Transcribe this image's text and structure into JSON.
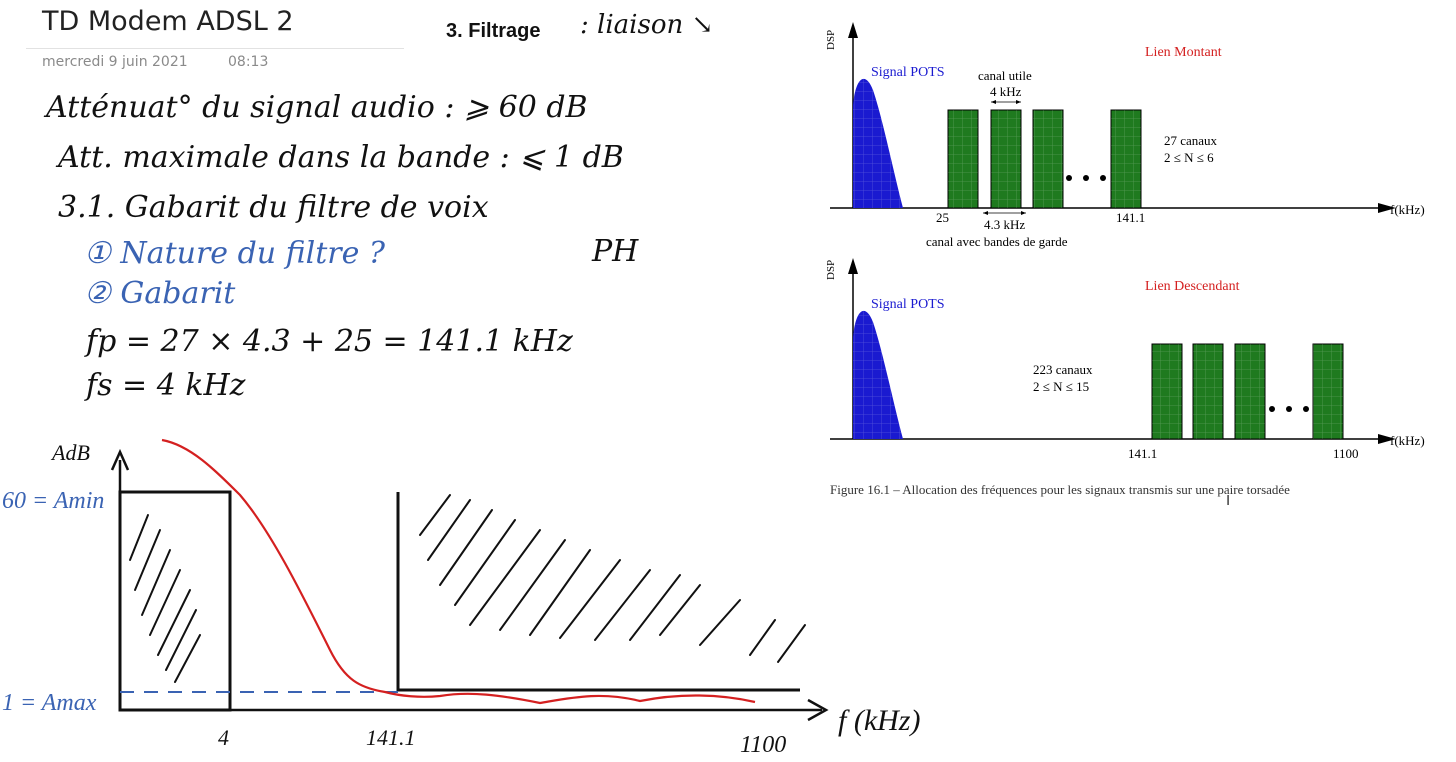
{
  "page": {
    "title": "TD Modem ADSL 2",
    "date": "mercredi 9 juin 2021",
    "time": "08:13",
    "section": "3.  Filtrage"
  },
  "handwriting": {
    "note_top": ": liaison ↘",
    "line1": "Atténuat° du signal audio :  ⩾ 60 dB",
    "line2": "Att. maximale dans la bande :  ⩽ 1 dB",
    "line3": "3.1.    Gabarit du filtre de voix",
    "q1": "① Nature du filtre ?",
    "answer1": "PH",
    "q2": "② Gabarit",
    "fp_line": "fp = 27 × 4.3 + 25 = 141.1 kHz",
    "fs_line": "fs = 4 kHz"
  },
  "sketch": {
    "y_axis_label": "AdB",
    "label_amin": "60 = Amin",
    "label_amax": "1 = Amax",
    "x_axis_label": "f (kHz)",
    "tick_4": "4",
    "tick_141": "141.1",
    "tick_1100": "1100"
  },
  "figure": {
    "caption": "Figure 16.1 – Allocation des fréquences pour les signaux transmis sur une paire torsadée",
    "top": {
      "y_label": "DSP",
      "title": "Lien Montant",
      "pots_label": "Signal POTS",
      "useful_label_1": "canal utile",
      "useful_label_2": "4 kHz",
      "channels_label": "27 canaux",
      "n_range": "2 ≤ N ≤ 6",
      "tick_25": "25",
      "tick_141": "141.1",
      "spacing_label": "4.3 kHz",
      "guard_label": "canal avec bandes de garde",
      "x_label": "f(kHz)"
    },
    "bottom": {
      "y_label": "DSP",
      "title": "Lien Descendant",
      "pots_label": "Signal POTS",
      "channels_label": "223 canaux",
      "n_range": "2 ≤ N ≤ 15",
      "tick_141": "141.1",
      "tick_1100": "1100",
      "x_label": "f(kHz)"
    },
    "colors": {
      "pots_fill": "#1a1ad0",
      "channel_fill": "#1f7a1f",
      "title_red": "#d42020"
    }
  }
}
